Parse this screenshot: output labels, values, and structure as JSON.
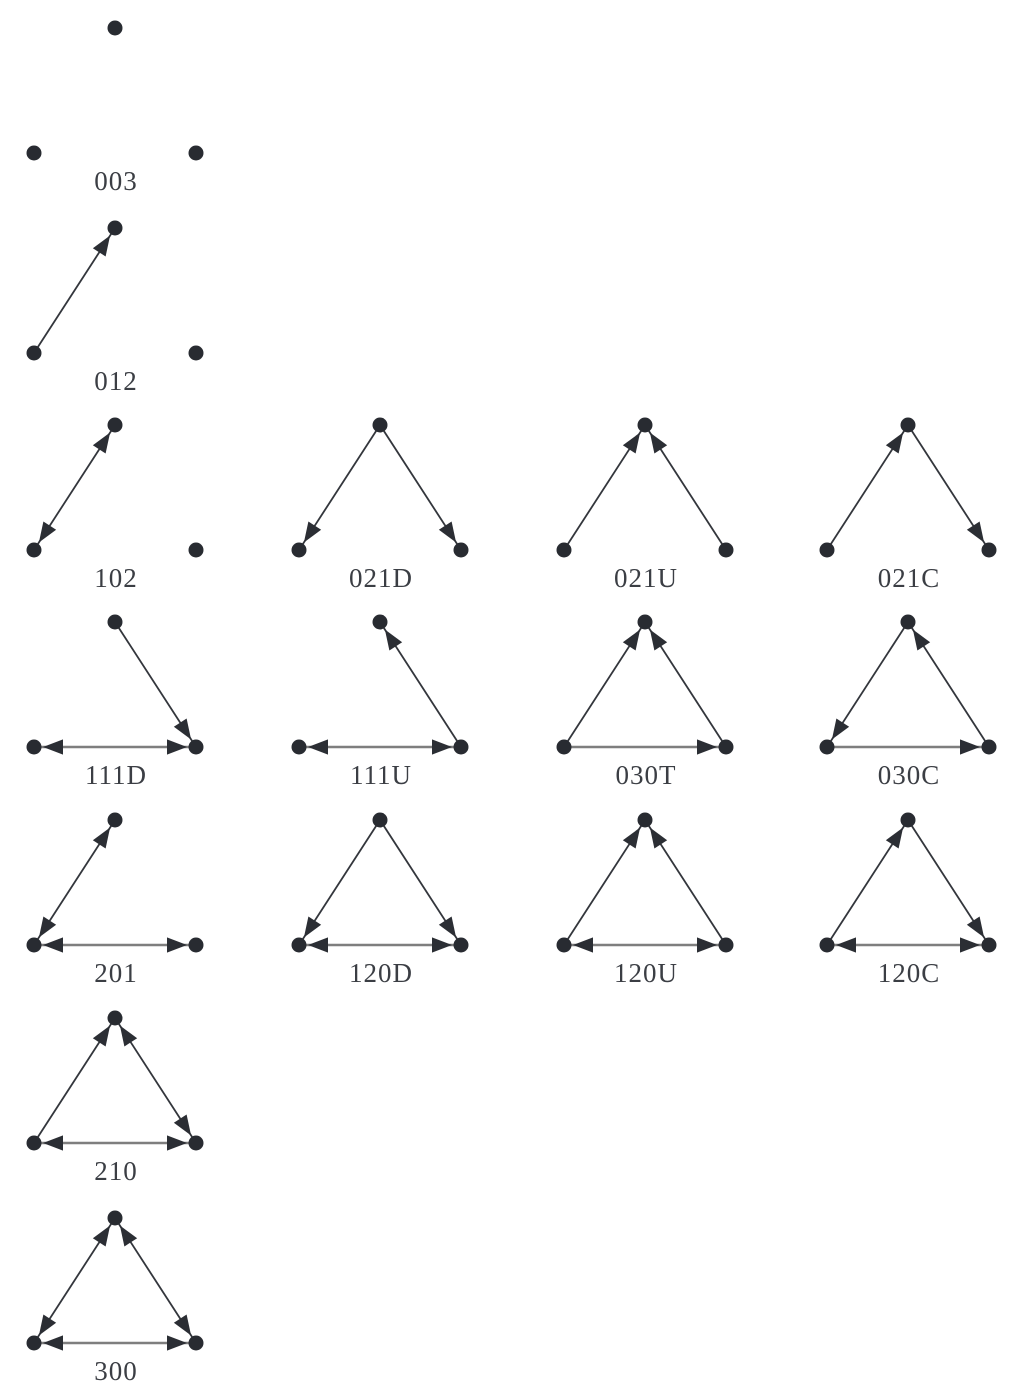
{
  "diagram": {
    "colors": {
      "background": "#ffffff",
      "node": "#282b31",
      "edge_diagonal": "#33363c",
      "edge_horizontal": "#7e7e7e",
      "arrow": "#2b2e34",
      "label": "#3b3e44"
    },
    "triads": [
      {
        "label": "003",
        "row": 0,
        "col": 0,
        "edges": []
      },
      {
        "label": "012",
        "row": 1,
        "col": 0,
        "edges": [
          {
            "from": "L",
            "to": "T",
            "mutual": false
          }
        ]
      },
      {
        "label": "102",
        "row": 2,
        "col": 0,
        "edges": [
          {
            "from": "L",
            "to": "T",
            "mutual": true
          }
        ]
      },
      {
        "label": "021D",
        "row": 2,
        "col": 1,
        "edges": [
          {
            "from": "T",
            "to": "L",
            "mutual": false
          },
          {
            "from": "T",
            "to": "R",
            "mutual": false
          }
        ]
      },
      {
        "label": "021U",
        "row": 2,
        "col": 2,
        "edges": [
          {
            "from": "L",
            "to": "T",
            "mutual": false
          },
          {
            "from": "R",
            "to": "T",
            "mutual": false
          }
        ]
      },
      {
        "label": "021C",
        "row": 2,
        "col": 3,
        "edges": [
          {
            "from": "L",
            "to": "T",
            "mutual": false
          },
          {
            "from": "T",
            "to": "R",
            "mutual": false
          }
        ]
      },
      {
        "label": "111D",
        "row": 3,
        "col": 0,
        "edges": [
          {
            "from": "T",
            "to": "R",
            "mutual": false
          },
          {
            "from": "R",
            "to": "L",
            "mutual": true
          }
        ]
      },
      {
        "label": "111U",
        "row": 3,
        "col": 1,
        "edges": [
          {
            "from": "R",
            "to": "T",
            "mutual": false
          },
          {
            "from": "R",
            "to": "L",
            "mutual": true
          }
        ]
      },
      {
        "label": "030T",
        "row": 3,
        "col": 2,
        "edges": [
          {
            "from": "L",
            "to": "T",
            "mutual": false
          },
          {
            "from": "R",
            "to": "T",
            "mutual": false
          },
          {
            "from": "L",
            "to": "R",
            "mutual": false
          }
        ]
      },
      {
        "label": "030C",
        "row": 3,
        "col": 3,
        "edges": [
          {
            "from": "R",
            "to": "T",
            "mutual": false
          },
          {
            "from": "T",
            "to": "L",
            "mutual": false
          },
          {
            "from": "L",
            "to": "R",
            "mutual": false
          }
        ]
      },
      {
        "label": "201",
        "row": 4,
        "col": 0,
        "edges": [
          {
            "from": "L",
            "to": "T",
            "mutual": true
          },
          {
            "from": "L",
            "to": "R",
            "mutual": true
          }
        ]
      },
      {
        "label": "120D",
        "row": 4,
        "col": 1,
        "edges": [
          {
            "from": "T",
            "to": "L",
            "mutual": false
          },
          {
            "from": "T",
            "to": "R",
            "mutual": false
          },
          {
            "from": "L",
            "to": "R",
            "mutual": true
          }
        ]
      },
      {
        "label": "120U",
        "row": 4,
        "col": 2,
        "edges": [
          {
            "from": "L",
            "to": "T",
            "mutual": false
          },
          {
            "from": "R",
            "to": "T",
            "mutual": false
          },
          {
            "from": "L",
            "to": "R",
            "mutual": true
          }
        ]
      },
      {
        "label": "120C",
        "row": 4,
        "col": 3,
        "edges": [
          {
            "from": "L",
            "to": "T",
            "mutual": false
          },
          {
            "from": "T",
            "to": "R",
            "mutual": false
          },
          {
            "from": "L",
            "to": "R",
            "mutual": true
          }
        ]
      },
      {
        "label": "210",
        "row": 5,
        "col": 0,
        "edges": [
          {
            "from": "L",
            "to": "T",
            "mutual": false
          },
          {
            "from": "R",
            "to": "T",
            "mutual": true
          },
          {
            "from": "L",
            "to": "R",
            "mutual": true
          }
        ]
      },
      {
        "label": "300",
        "row": 6,
        "col": 0,
        "edges": [
          {
            "from": "L",
            "to": "T",
            "mutual": true
          },
          {
            "from": "R",
            "to": "T",
            "mutual": true
          },
          {
            "from": "L",
            "to": "R",
            "mutual": true
          }
        ]
      }
    ]
  }
}
